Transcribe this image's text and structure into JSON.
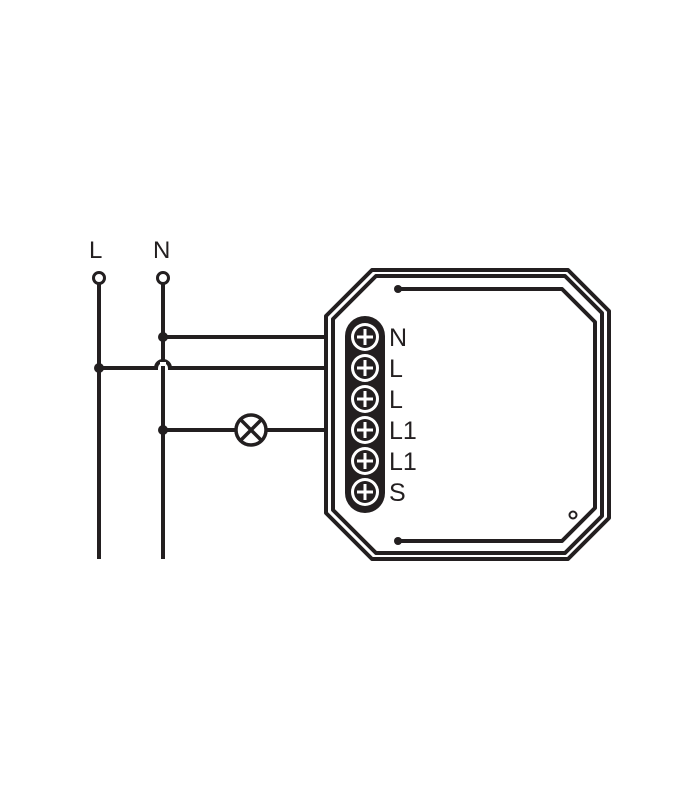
{
  "supply": {
    "line_label": "L",
    "neutral_label": "N"
  },
  "lamp": {
    "symbol": "lamp-cross-circle"
  },
  "module": {
    "terminals": [
      {
        "label": "N"
      },
      {
        "label": "L"
      },
      {
        "label": "L"
      },
      {
        "label": "L1"
      },
      {
        "label": "L1"
      },
      {
        "label": "S"
      }
    ],
    "indicator": "small-circle-led"
  },
  "colors": {
    "ink": "#231f20",
    "background": "#ffffff"
  }
}
